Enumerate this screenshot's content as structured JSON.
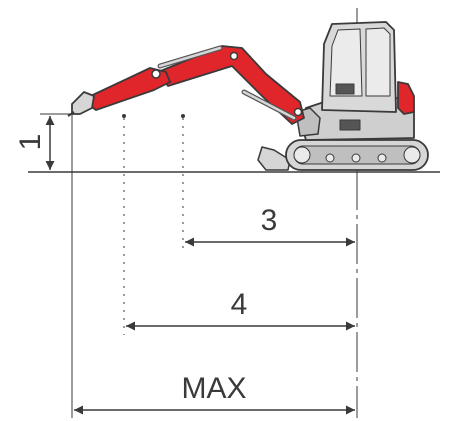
{
  "colors": {
    "boom": "#e0262b",
    "outline": "#3a3a3a",
    "machine_grey": "#d6d6d6",
    "machine_dark": "#555555"
  },
  "labels": {
    "height": "1",
    "reach_3": "3",
    "reach_4": "4",
    "reach_max": "MAX"
  }
}
